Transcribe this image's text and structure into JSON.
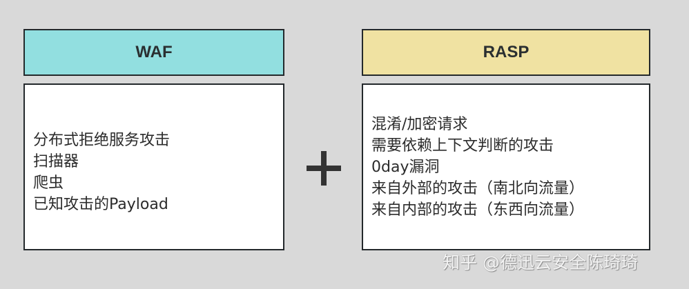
{
  "waf": {
    "title": "WAF",
    "header_color": "#92dfe0",
    "items": [
      "分布式拒绝服务攻击",
      "扫描器",
      "爬虫",
      "已知攻击的Payload"
    ]
  },
  "rasp": {
    "title": "RASP",
    "header_color": "#f0e2a2",
    "items": [
      "混淆/加密请求",
      "需要依赖上下文判断的攻击",
      "0day漏洞",
      "来自外部的攻击（南北向流量）",
      "来自内部的攻击（东西向流量）"
    ]
  },
  "operator": {
    "symbol": "+",
    "icon": "plus-icon"
  },
  "watermark": "知乎 @德迅云安全陈琦琦"
}
